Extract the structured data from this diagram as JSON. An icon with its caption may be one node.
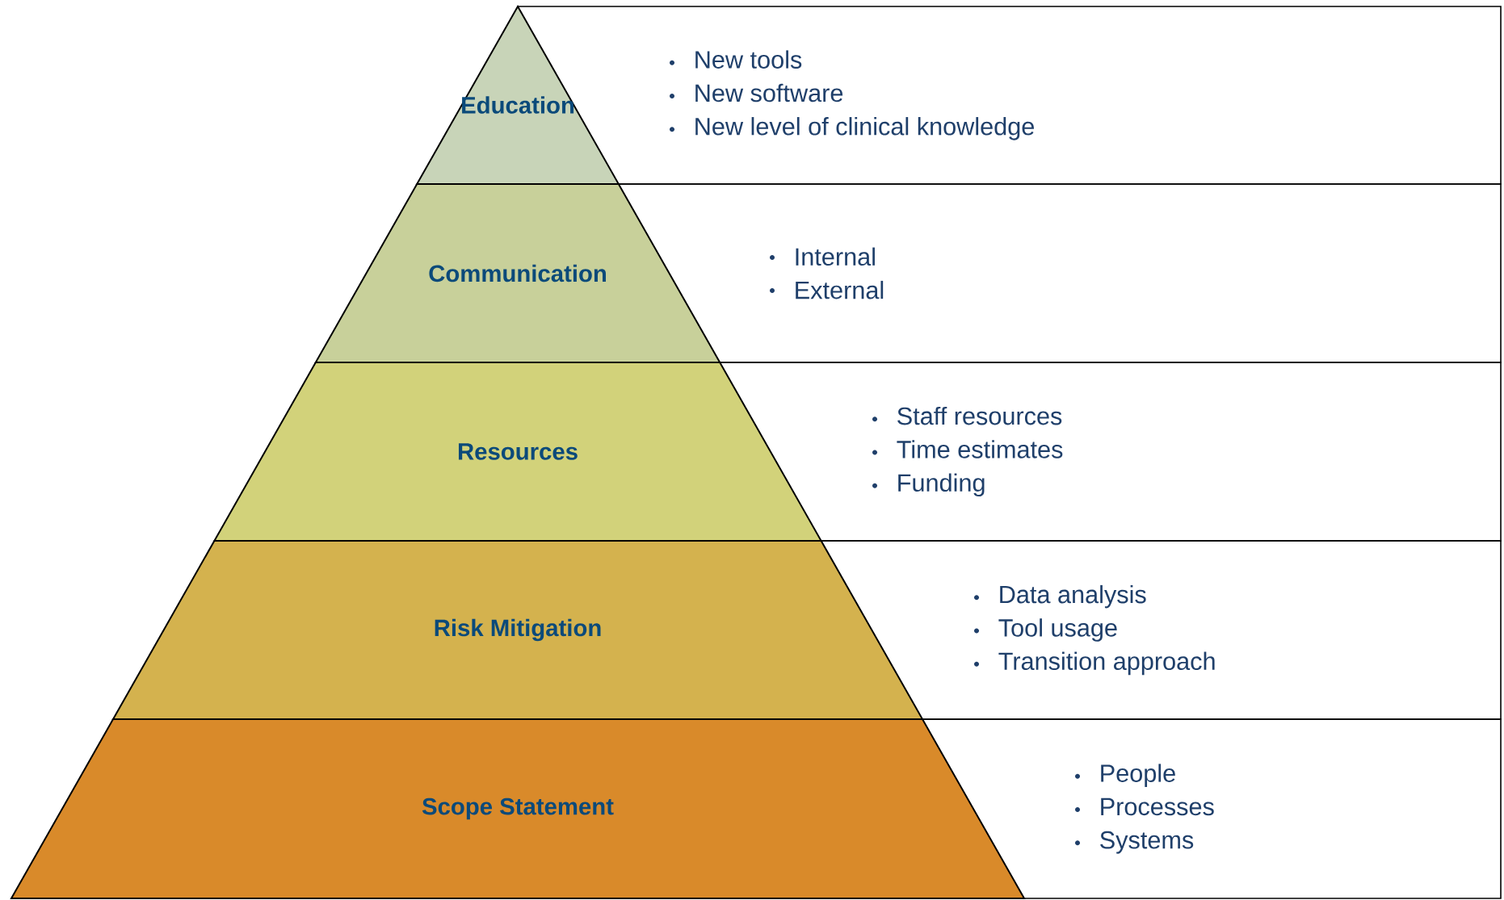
{
  "diagram": {
    "nodes": [
      {
        "text": [
          "Education"
        ]
      },
      {
        "text": [
          "Communication"
        ]
      },
      {
        "text": [
          "Resources"
        ]
      },
      {
        "text": [
          "Risk Mitigation"
        ]
      },
      {
        "text": [
          "Scope Statement"
        ]
      },
      {
        "text": [
          "New tools",
          "New software",
          "New level of clinical knowledge"
        ]
      },
      {
        "text": [
          "Internal",
          "External"
        ]
      },
      {
        "text": [
          "Staff resources",
          "Time estimates",
          "Funding"
        ]
      },
      {
        "text": [
          "Data analysis",
          "Tool usage",
          "Transition approach"
        ]
      },
      {
        "text": [
          "People",
          "Processes",
          "Systems"
        ]
      }
    ]
  }
}
